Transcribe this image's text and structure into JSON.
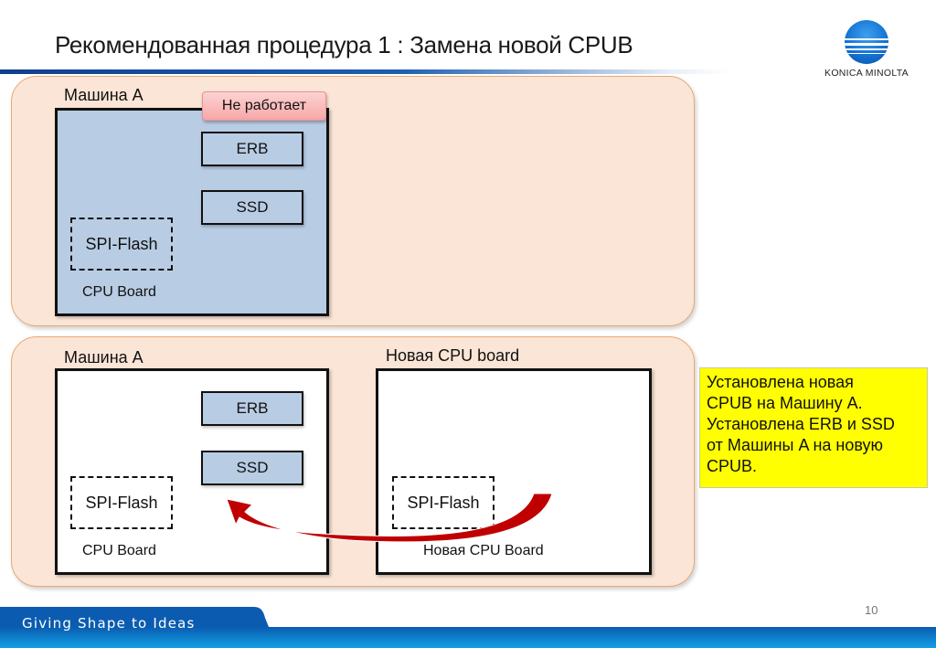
{
  "slide": {
    "title": "Рекомендованная процедура 1 : Замена новой CPUB",
    "page_number": "10",
    "footer_tagline": "Giving Shape to Ideas"
  },
  "logo": {
    "brand": "KONICA MINOLTA",
    "icon": "globe-logo-icon"
  },
  "panel_top": {
    "machine_label": "Машина A",
    "status_badge": "Не работает",
    "board": {
      "name": "CPU Board",
      "components": [
        "ERB",
        "SSD"
      ],
      "flash": "SPI-Flash"
    }
  },
  "panel_bottom": {
    "machine_label": "Машина A",
    "board": {
      "name": "CPU Board",
      "components": [
        "ERB",
        "SSD"
      ],
      "flash": "SPI-Flash"
    },
    "new_board_label": "Новая CPU board",
    "new_board": {
      "name": "Новая CPU Board",
      "flash": "SPI-Flash"
    },
    "arrow": {
      "from": "new-board-spi-flash",
      "to": "machine-a-board",
      "color": "#c00000"
    }
  },
  "note": {
    "lines": [
      "Установлена новая",
      "CPUB на Машину A.",
      "Установлена ERB и SSD",
      "от Машины A на новую",
      "CPUB."
    ],
    "background": "#ffff00"
  },
  "colors": {
    "panel_fill": "#fbe5d6",
    "panel_border": "#e8a973",
    "board_blue": "#b8cce4",
    "badge_pink": "#f6a7a7",
    "brand_blue": "#0b5cb0"
  }
}
